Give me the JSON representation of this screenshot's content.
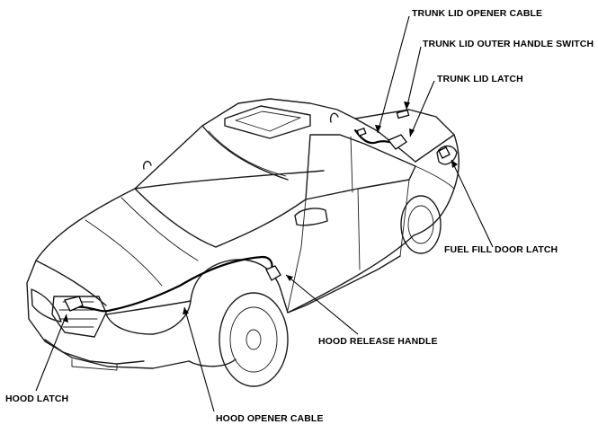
{
  "labels": {
    "trunk_lid_opener_cable": "TRUNK LID OPENER CABLE",
    "trunk_lid_outer_handle_switch": "TRUNK LID OUTER HANDLE SWITCH",
    "trunk_lid_latch": "TRUNK LID LATCH",
    "fuel_fill_door_latch": "FUEL FILL DOOR LATCH",
    "hood_release_handle": "HOOD RELEASE HANDLE",
    "hood_latch": "HOOD LATCH",
    "hood_opener_cable": "HOOD OPENER CABLE"
  }
}
